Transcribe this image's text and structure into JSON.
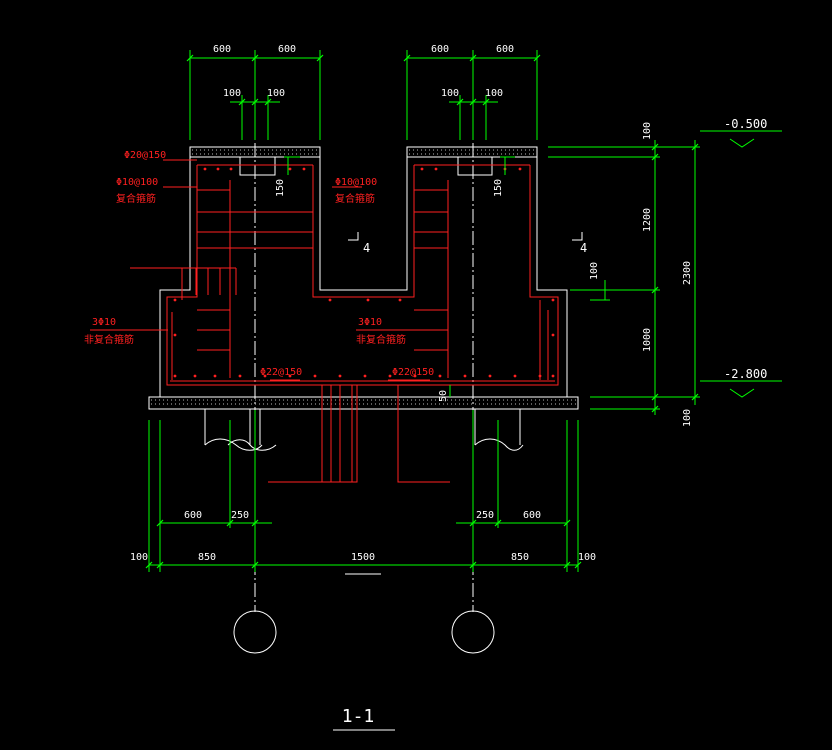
{
  "colors": {
    "background": "#000000",
    "dimension_line": "#00ff00",
    "rebar": "#ff2020",
    "concrete_outline": "#ffffff",
    "centerline": "#ffffff"
  },
  "top_dims": {
    "left_600_a": "600",
    "left_600_b": "600",
    "left_100_a": "100",
    "left_100_b": "100",
    "right_600_a": "600",
    "right_600_b": "600",
    "right_100_a": "100",
    "right_100_b": "100"
  },
  "rebar_labels": {
    "top_bar": "Φ20@150",
    "stirrup_left": "Φ10@100",
    "stirrup_left_note": "复合箍筋",
    "stirrup_right": "Φ10@100",
    "stirrup_right_note": "复合箍筋",
    "side_left": "3Φ10",
    "side_left_note": "非复合箍筋",
    "side_mid": "3Φ10",
    "side_mid_note": "非复合箍筋",
    "bottom_left": "Φ22@150",
    "bottom_right": "Φ22@150"
  },
  "local_dims": {
    "notch_left": "150",
    "notch_right": "150",
    "step_right": "100",
    "cover_bottom": "50"
  },
  "section_marks": {
    "left": "4",
    "right": "4"
  },
  "right_dims": {
    "top_slab": "100",
    "upper": "1200",
    "lower": "1000",
    "bottom_slab": "100",
    "total": "2300"
  },
  "elevations": {
    "top": "-0.500",
    "bottom": "-2.800"
  },
  "bottom_dims": {
    "left_600": "600",
    "left_250": "250",
    "right_250": "250",
    "right_600": "600",
    "left_100": "100",
    "left_850": "850",
    "center_1500": "1500",
    "right_850": "850",
    "right_100": "100"
  },
  "section_title": "1-1"
}
